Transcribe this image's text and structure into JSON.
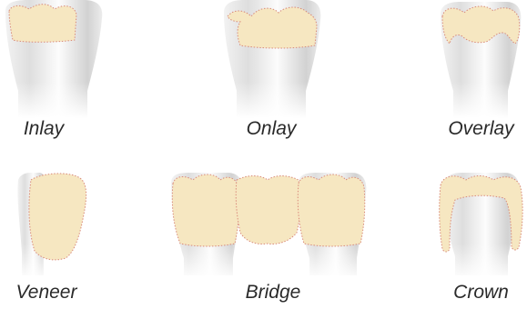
{
  "figure": {
    "items": [
      {
        "id": "inlay",
        "label": "Inlay"
      },
      {
        "id": "onlay",
        "label": "Onlay"
      },
      {
        "id": "overlay",
        "label": "Overlay"
      },
      {
        "id": "veneer",
        "label": "Veneer"
      },
      {
        "id": "bridge",
        "label": "Bridge"
      },
      {
        "id": "crown",
        "label": "Crown"
      }
    ],
    "colors": {
      "restoration": "#f6e7c1",
      "outline": "#d98a7a",
      "tooth_light": "#fbfbfb",
      "tooth_shade": "#cfcfcf"
    }
  }
}
